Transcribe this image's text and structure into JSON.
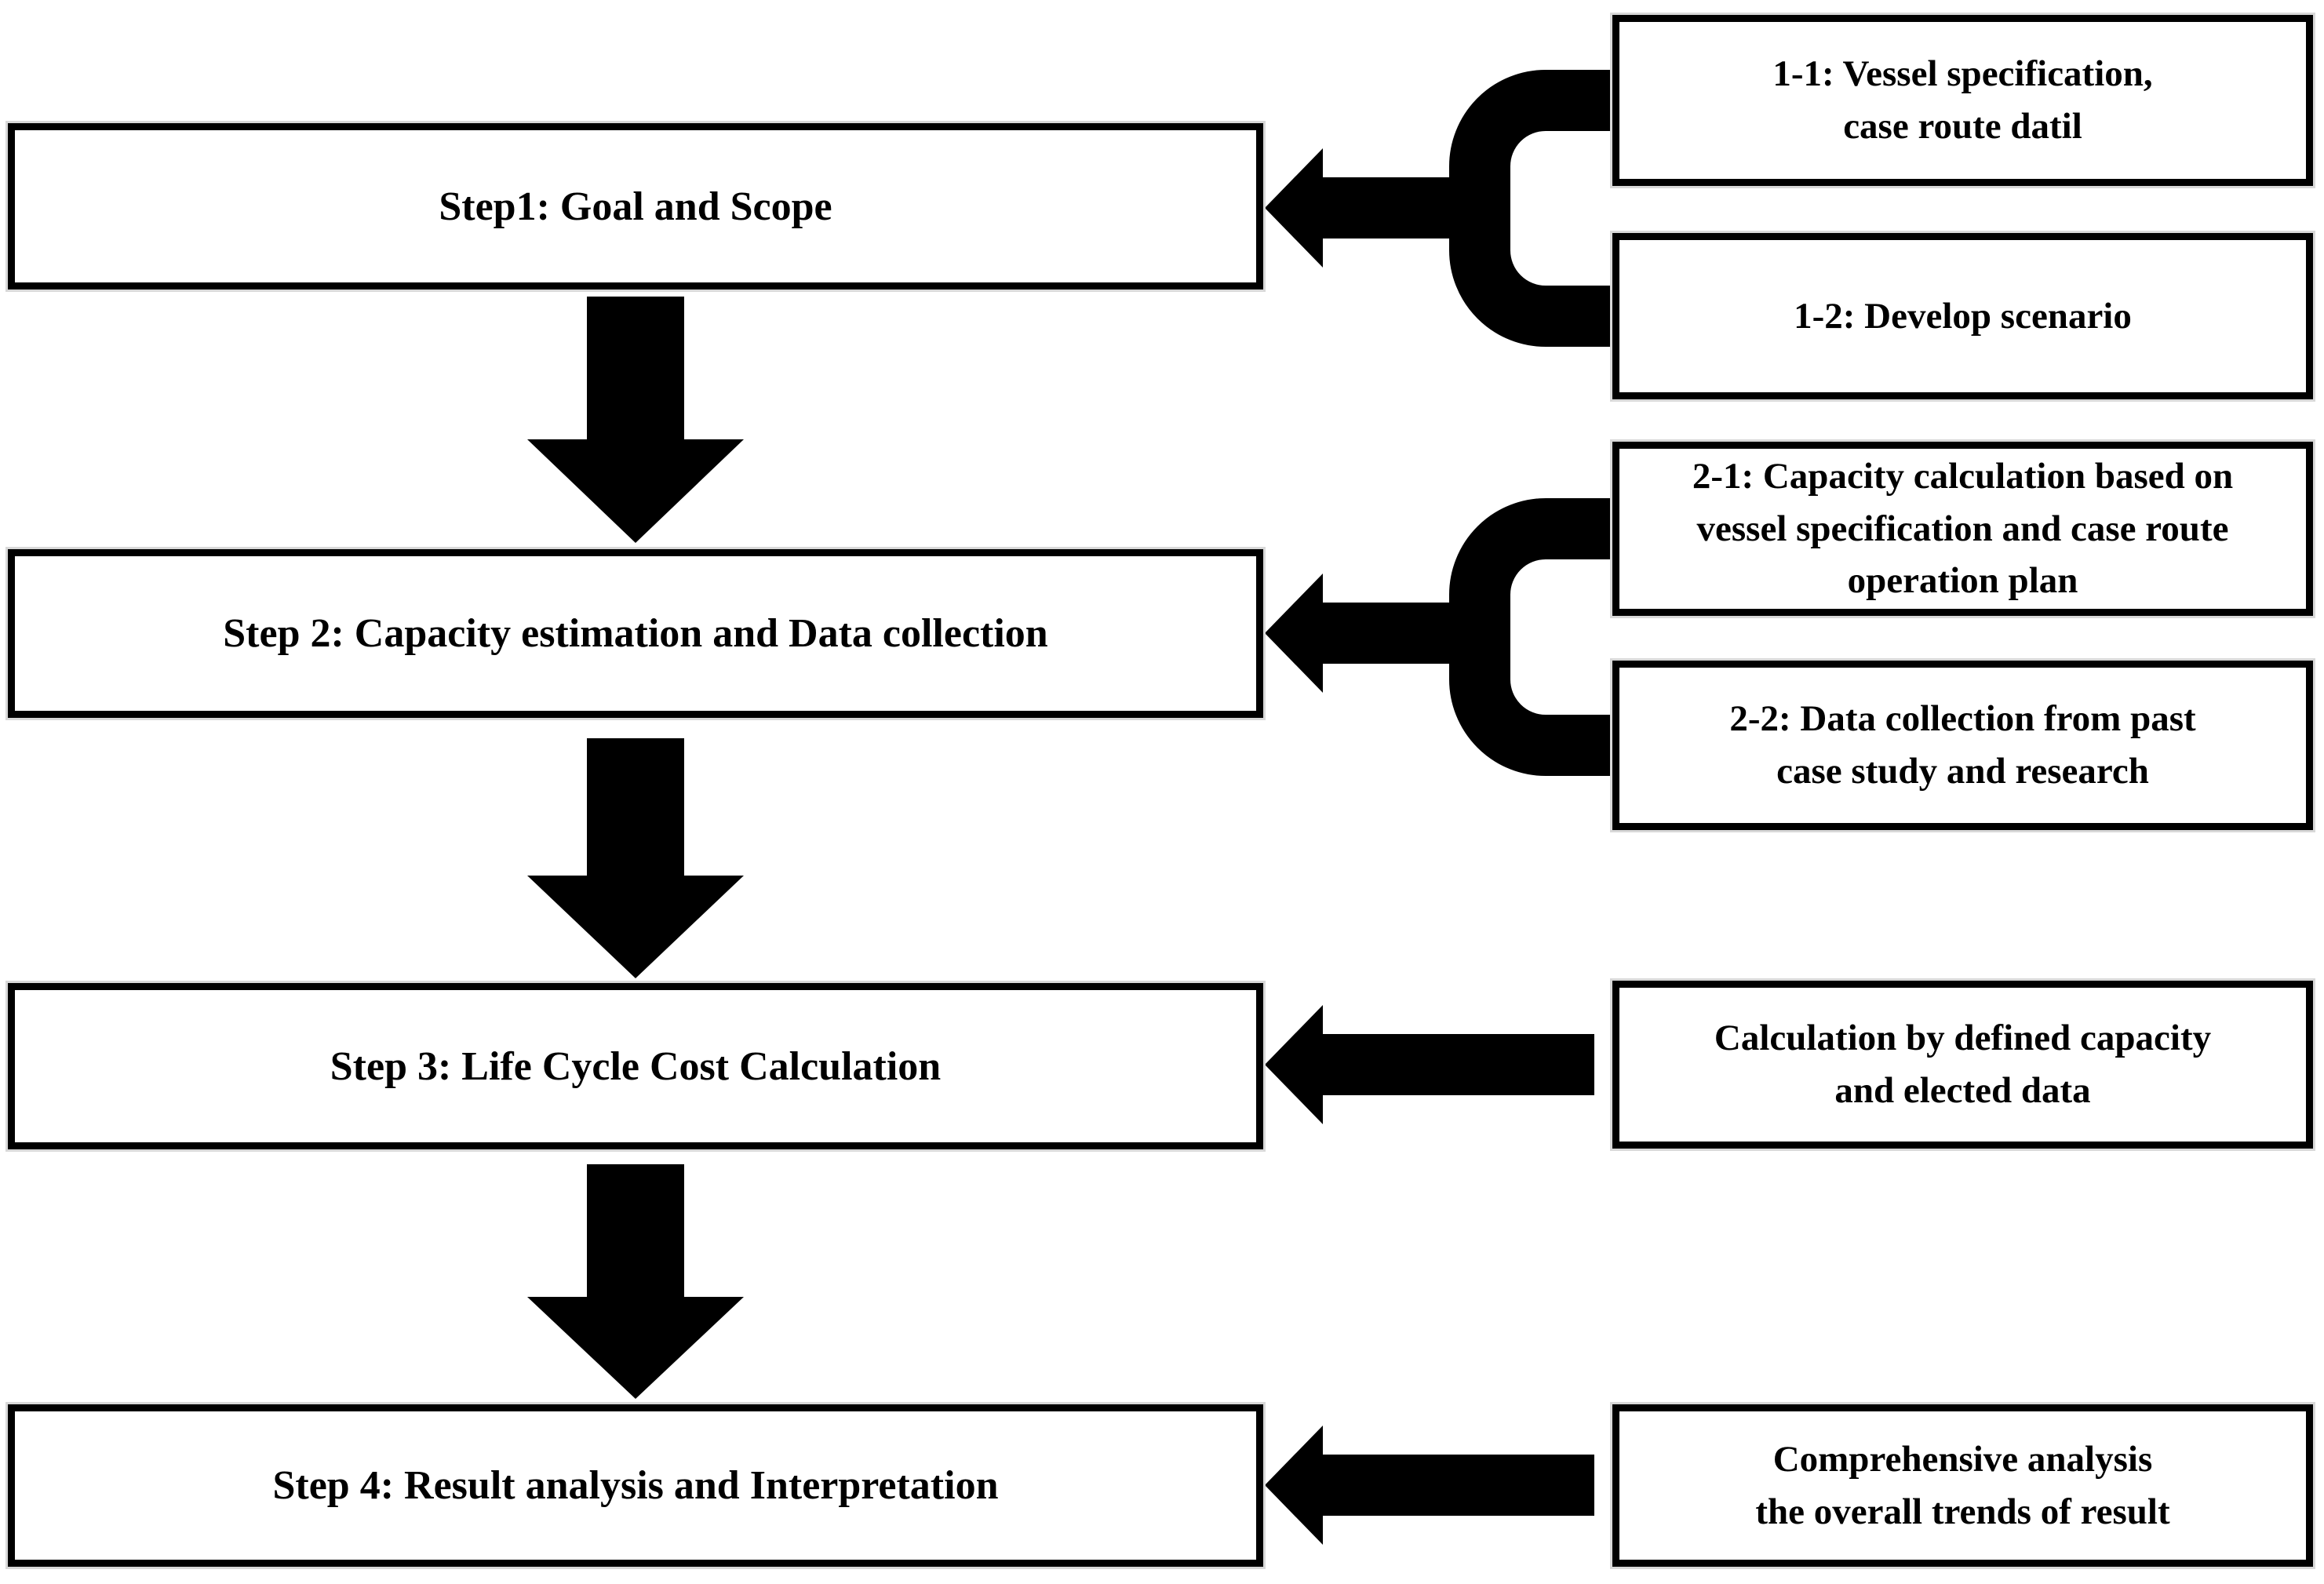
{
  "figure": {
    "background": "#ffffff",
    "box_fill": "#ffffff",
    "box_border_color": "#000000",
    "arrow_color": "#000000",
    "text_color": "#000000",
    "steps": [
      {
        "label": "Step1: Goal and Scope"
      },
      {
        "label": "Step 2: Capacity estimation and Data collection"
      },
      {
        "label": "Step 3: Life Cycle Cost Calculation"
      },
      {
        "label": "Step 4: Result analysis and Interpretation"
      }
    ],
    "side_boxes": [
      {
        "text": "1-1: Vessel specification,\ncase route datil"
      },
      {
        "text": "1-2: Develop scenario"
      },
      {
        "text": "2-1: Capacity calculation based on\nvessel specification and case route\noperation plan"
      },
      {
        "text": "2-2: Data collection from past\ncase study and research"
      },
      {
        "text": "Calculation by defined capacity\nand elected data"
      },
      {
        "text": "Comprehensive analysis\nthe overall trends of result"
      }
    ]
  }
}
